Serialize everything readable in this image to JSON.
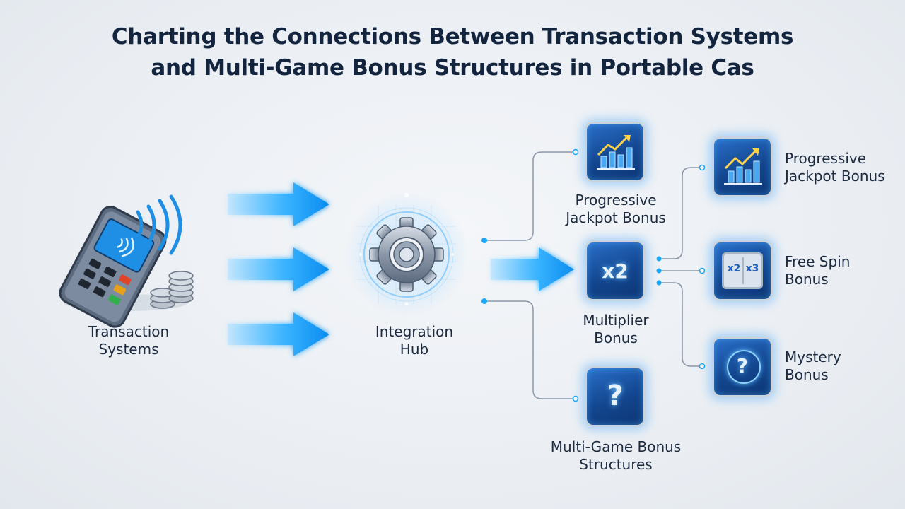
{
  "title": {
    "line1": "Charting the Connections Between Transaction Systems",
    "line2": "and Multi-Game Bonus Structures in Portable Cas"
  },
  "nodes": {
    "transaction": {
      "line1": "Transaction",
      "line2": "Systems",
      "icon": "payment-terminal-icon"
    },
    "hub": {
      "line1": "Integration",
      "line2": "Hub",
      "icon": "gear-icon"
    },
    "bonus_mid": [
      {
        "line1": "Progressive",
        "line2": "Jackpot Bonus",
        "icon": "growth-chart-icon"
      },
      {
        "line1": "Multiplier",
        "line2": "Bonus",
        "icon": "x2-multiplier-icon",
        "glyph": "x2"
      },
      {
        "line1": "Multi-Game Bonus",
        "line2": "Structures",
        "icon": "question-mark-icon",
        "glyph": "?"
      }
    ],
    "bonus_right": [
      {
        "line1": "Progressive",
        "line2": "Jackpot Bonus",
        "icon": "growth-chart-icon"
      },
      {
        "line1": "Free Spin",
        "line2": "Bonus",
        "icon": "slot-reels-icon",
        "reel_a": "x2",
        "reel_b": "x3"
      },
      {
        "line1": "Mystery",
        "line2": "Bonus",
        "icon": "mystery-box-icon",
        "glyph": "?"
      }
    ]
  },
  "colors": {
    "arrow": "#1aa7ff",
    "connector": "#8a97a8",
    "tile": "#14478f",
    "title": "#13243f"
  }
}
